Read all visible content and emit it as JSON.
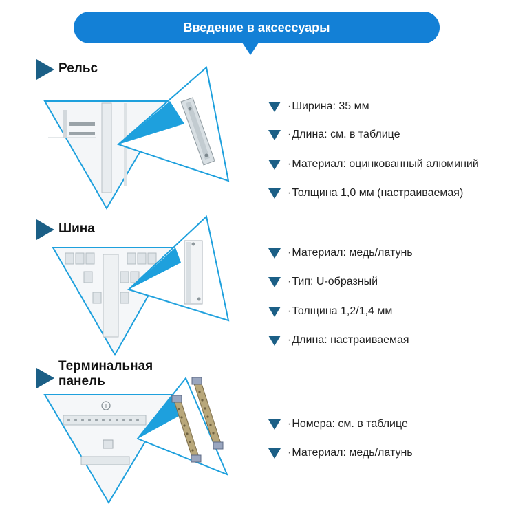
{
  "header": {
    "title": "Введение в аксессуары"
  },
  "colors": {
    "banner": "#1380d6",
    "marker": "#1b5f86",
    "accent": "#1ea0dd"
  },
  "sections": [
    {
      "title": "Рельс",
      "specs": [
        "Ширина: 35 мм",
        "Длина: см. в таблице",
        "Материал: оцинкованный алюминий",
        "Толщина 1,0 мм (настраиваемая)"
      ]
    },
    {
      "title": "Шина",
      "specs": [
        "Материал: медь/латунь",
        "Тип: U-образный",
        "Толщина 1,2/1,4 мм",
        "Длина: настраиваемая"
      ]
    },
    {
      "title_line1": "Терминальная",
      "title_line2": "панель",
      "specs": [
        "Номера: см. в таблице",
        "Материал: медь/латунь"
      ]
    }
  ]
}
